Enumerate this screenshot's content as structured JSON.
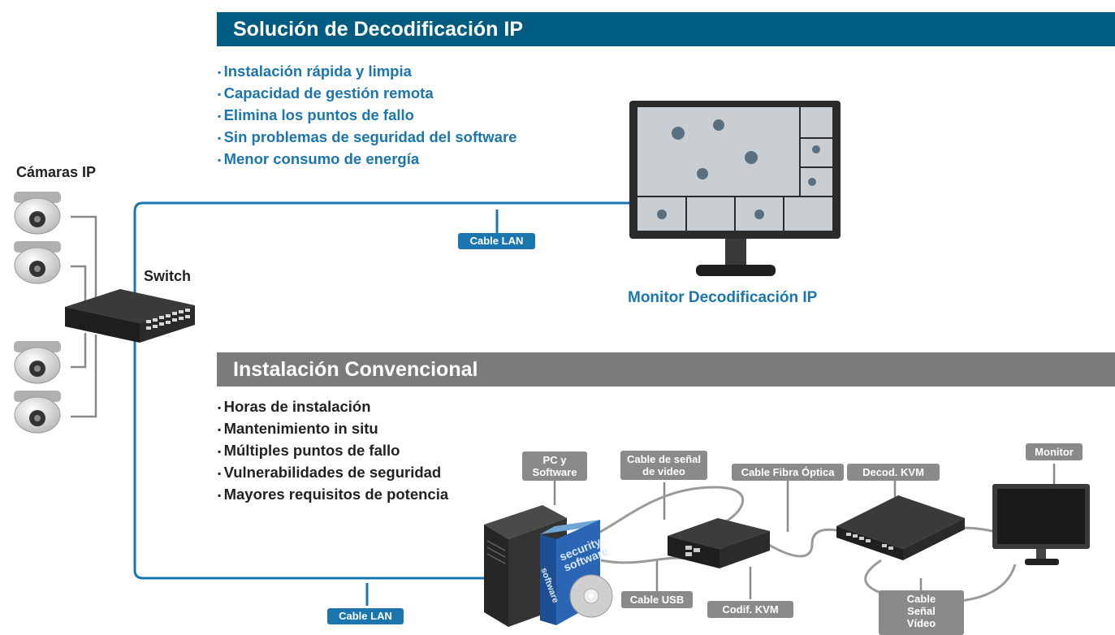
{
  "ip_solution": {
    "title": "Solución de Decodificación IP",
    "benefits": [
      "Instalación rápida y limpia",
      "Capacidad de gestión remota",
      "Elimina los puntos de fallo",
      "Sin problemas de seguridad del software",
      "Menor consumo de energía"
    ],
    "monitor_label": "Monitor Decodificación IP",
    "lan_label": "Cable LAN"
  },
  "conventional": {
    "title": "Instalación Convencional",
    "drawbacks": [
      "Horas de instalación",
      "Mantenimiento in situ",
      "Múltiples puntos de fallo",
      "Vulnerabilidades de seguridad",
      "Mayores requisitos de potencia"
    ],
    "lan_label": "Cable LAN",
    "labels": {
      "pc": "PC y Software",
      "video_cable": "Cable de señal de video",
      "fiber": "Cable Fibra Óptica",
      "kvm_decoder": "Decod. KVM",
      "monitor": "Monitor",
      "usb": "Cable USB",
      "kvm_encoder": "Codif. KVM",
      "video_signal": "Cable Señal Vídeo"
    },
    "software_box": {
      "line1": "security",
      "line2": "software",
      "side": "software"
    }
  },
  "left": {
    "cameras_label": "Cámaras IP",
    "switch_label": "Switch"
  },
  "colors": {
    "ip_blue": "#005b81",
    "accent_blue": "#1b75ae",
    "conventional_gray": "#7b7b7b"
  }
}
